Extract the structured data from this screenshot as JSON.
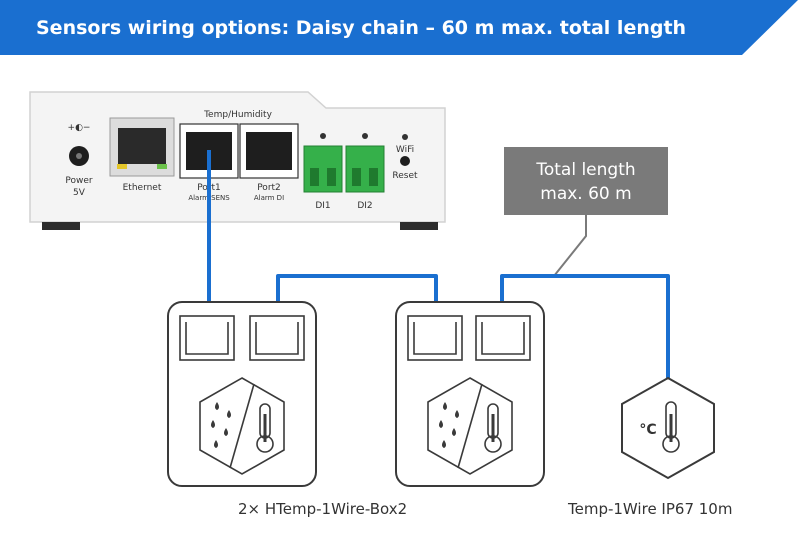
{
  "banner": {
    "title": "Sensors wiring options: Daisy chain – 60 m max. total length",
    "color": "#1a6fd0"
  },
  "device": {
    "power_label": "Power",
    "power_voltage": "5V",
    "ethernet_label": "Ethernet",
    "header_label": "Temp/Humidity",
    "port1_label": "Port1",
    "port1_sub": "Alarm SENS",
    "port2_label": "Port2",
    "port2_sub": "Alarm DI",
    "di1_label": "DI1",
    "di2_label": "DI2",
    "wifi_label": "WiFi",
    "reset_label": "Reset",
    "power_symbol": "+◐−"
  },
  "note": {
    "line1": "Total length",
    "line2": "max. 60 m"
  },
  "sensors": {
    "box_caption": "2× HTemp-1Wire-Box2",
    "probe_caption": "Temp-1Wire IP67 10m",
    "probe_unit": "°C"
  },
  "colors": {
    "wire": "#1a6fd0",
    "terminal": "#35b04a",
    "note_bg": "#7a7a7a"
  }
}
